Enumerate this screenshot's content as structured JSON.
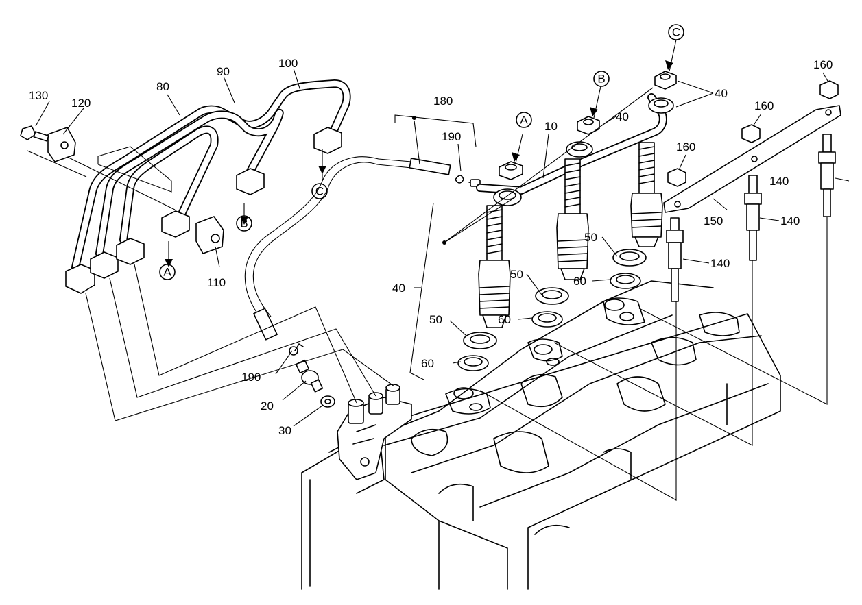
{
  "callouts": [
    {
      "id": "c130",
      "text": "130"
    },
    {
      "id": "c120",
      "text": "120"
    },
    {
      "id": "c80",
      "text": "80"
    },
    {
      "id": "c90",
      "text": "90"
    },
    {
      "id": "c100",
      "text": "100"
    },
    {
      "id": "c110",
      "text": "110"
    },
    {
      "id": "c180",
      "text": "180"
    },
    {
      "id": "c190a",
      "text": "190"
    },
    {
      "id": "c190b",
      "text": "190"
    },
    {
      "id": "c10",
      "text": "10"
    },
    {
      "id": "c20",
      "text": "20"
    },
    {
      "id": "c30",
      "text": "30"
    },
    {
      "id": "c40a",
      "text": "40"
    },
    {
      "id": "c40b",
      "text": "40"
    },
    {
      "id": "c40c",
      "text": "40"
    },
    {
      "id": "c50a",
      "text": "50"
    },
    {
      "id": "c50b",
      "text": "50"
    },
    {
      "id": "c50c",
      "text": "50"
    },
    {
      "id": "c60a",
      "text": "60"
    },
    {
      "id": "c60b",
      "text": "60"
    },
    {
      "id": "c60c",
      "text": "60"
    },
    {
      "id": "c140a",
      "text": "140"
    },
    {
      "id": "c140b",
      "text": "140"
    },
    {
      "id": "c140c",
      "text": "140"
    },
    {
      "id": "c150",
      "text": "150"
    },
    {
      "id": "c160a",
      "text": "160"
    },
    {
      "id": "c160b",
      "text": "160"
    },
    {
      "id": "c160c",
      "text": "160"
    }
  ],
  "reference_marks": {
    "a": "A",
    "b": "B",
    "c": "C"
  }
}
